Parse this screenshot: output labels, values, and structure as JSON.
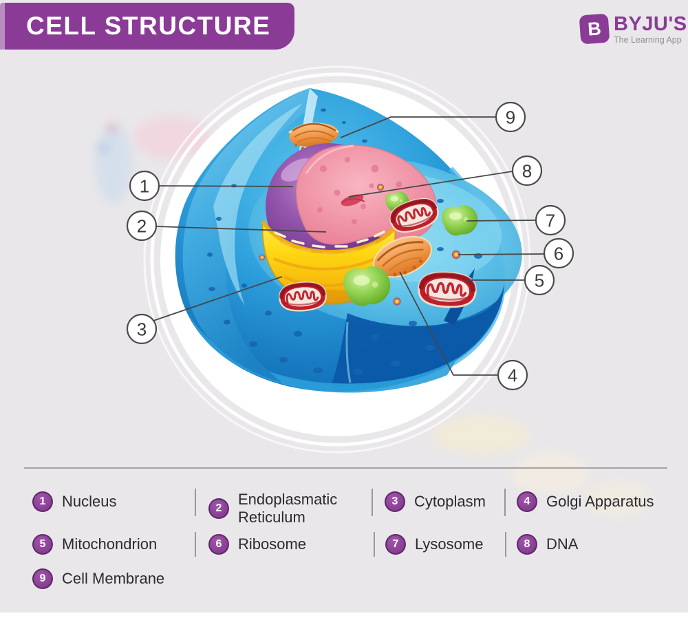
{
  "header": {
    "title": "CELL STRUCTURE"
  },
  "brand": {
    "name": "BYJU'S",
    "tagline": "The Learning App",
    "logo_letter": "B"
  },
  "colors": {
    "accent_purple": "#8a3b96",
    "background_gray": "#e9e7ea",
    "cell_blue": "#2d9fdb",
    "cytoplasm_light_blue": "#63c6ea",
    "nucleus_purple": "#7a3d96",
    "dna_pink": "#f096a8",
    "reticulum_yellow": "#ffd914",
    "lysosome_green": "#96d558",
    "mitochondrion_red": "#bf1f2d",
    "golgi_orange": "#ef9b50",
    "callout_line": "#474747"
  },
  "callouts": [
    {
      "number": "1"
    },
    {
      "number": "2"
    },
    {
      "number": "3"
    },
    {
      "number": "4"
    },
    {
      "number": "5"
    },
    {
      "number": "6"
    },
    {
      "number": "7"
    },
    {
      "number": "8"
    },
    {
      "number": "9"
    }
  ],
  "legend": {
    "items": [
      {
        "number": "1",
        "label": "Nucleus"
      },
      {
        "number": "2",
        "label": "Endoplasmatic Reticulum"
      },
      {
        "number": "3",
        "label": "Cytoplasm"
      },
      {
        "number": "4",
        "label": "Golgi Apparatus"
      },
      {
        "number": "5",
        "label": "Mitochondrion"
      },
      {
        "number": "6",
        "label": "Ribosome"
      },
      {
        "number": "7",
        "label": "Lysosome"
      },
      {
        "number": "8",
        "label": "DNA"
      },
      {
        "number": "9",
        "label": "Cell Membrane"
      }
    ]
  }
}
